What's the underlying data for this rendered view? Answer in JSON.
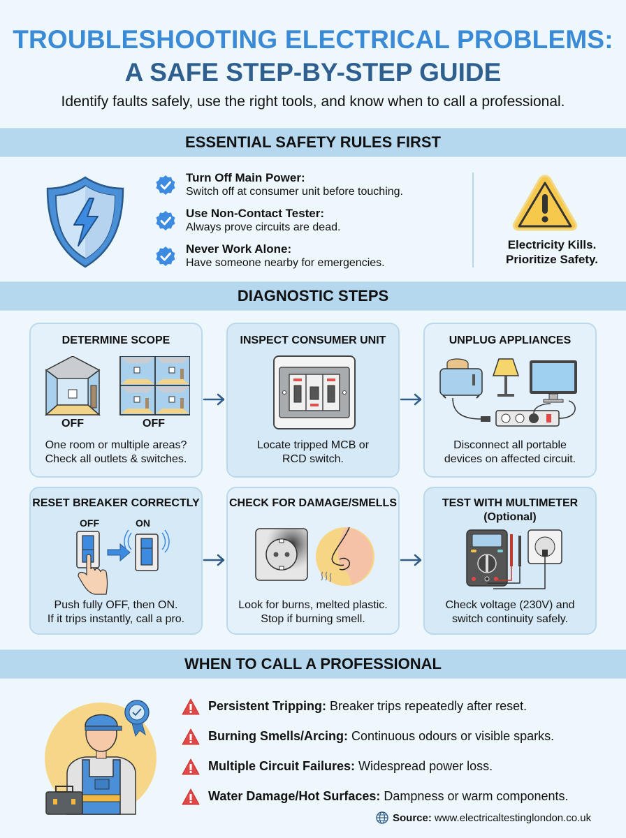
{
  "header": {
    "title_line1": "TROUBLESHOOTING ELECTRICAL PROBLEMS:",
    "title_line2": "A SAFE STEP-BY-STEP GUIDE",
    "subtitle": "Identify faults safely, use the right tools, and know when to call a professional."
  },
  "colors": {
    "title_blue": "#3a8ad6",
    "title_navy": "#2e5f8f",
    "band": "#b6d8ef",
    "background": "#eef7fb",
    "card_border": "#bcd8ec",
    "warning_yellow": "#f6c84c",
    "alert_red": "#e04848"
  },
  "safety": {
    "heading": "ESSENTIAL SAFETY RULES FIRST",
    "icon": "shield-lightning-icon",
    "rules": [
      {
        "title": "Turn Off Main Power:",
        "desc": "Switch off at consumer unit before touching."
      },
      {
        "title": "Use Non-Contact Tester:",
        "desc": "Always prove circuits are dead."
      },
      {
        "title": "Never Work Alone:",
        "desc": "Have someone nearby for emergencies."
      }
    ],
    "warning": {
      "icon": "warning-triangle-icon",
      "line1": "Electricity Kills.",
      "line2": "Prioritize Safety."
    }
  },
  "diagnostic": {
    "heading": "DIAGNOSTIC STEPS",
    "steps": [
      {
        "title": "DETERMINE SCOPE",
        "subtitle": "",
        "labels": [
          "OFF",
          "OFF"
        ],
        "desc1": "One room or multiple areas?",
        "desc2": "Check all outlets & switches.",
        "icon": "rooms-icon"
      },
      {
        "title": "INSPECT CONSUMER UNIT",
        "subtitle": "",
        "desc1": "Locate tripped MCB or",
        "desc2": "RCD switch.",
        "icon": "consumer-unit-icon"
      },
      {
        "title": "UNPLUG APPLIANCES",
        "subtitle": "",
        "desc1": "Disconnect all portable",
        "desc2": "devices on affected circuit.",
        "icon": "appliances-icon"
      },
      {
        "title": "RESET BREAKER CORRECTLY",
        "subtitle": "",
        "labels": [
          "OFF",
          "ON"
        ],
        "desc1": "Push fully OFF, then ON.",
        "desc2": "If it trips instantly, call a pro.",
        "icon": "breaker-switch-icon"
      },
      {
        "title": "CHECK FOR DAMAGE/SMELLS",
        "subtitle": "",
        "desc1": "Look for burns, melted plastic.",
        "desc2": "Stop if burning smell.",
        "icon": "burnt-socket-icon"
      },
      {
        "title": "TEST WITH MULTIMETER",
        "subtitle": "(Optional)",
        "desc1": "Check voltage (230V) and",
        "desc2": "switch continuity safely.",
        "icon": "multimeter-icon"
      }
    ]
  },
  "professional": {
    "heading": "WHEN TO CALL A PROFESSIONAL",
    "icon": "electrician-icon",
    "items": [
      {
        "title": "Persistent Tripping:",
        "desc": "Breaker trips repeatedly after reset."
      },
      {
        "title": "Burning Smells/Arcing:",
        "desc": "Continuous odours or visible sparks."
      },
      {
        "title": "Multiple Circuit Failures:",
        "desc": "Widespread power loss."
      },
      {
        "title": "Water Damage/Hot Surfaces:",
        "desc": "Dampness or warm components."
      }
    ]
  },
  "source": {
    "label": "Source:",
    "url": "www.electricaltestinglondon.co.uk"
  }
}
